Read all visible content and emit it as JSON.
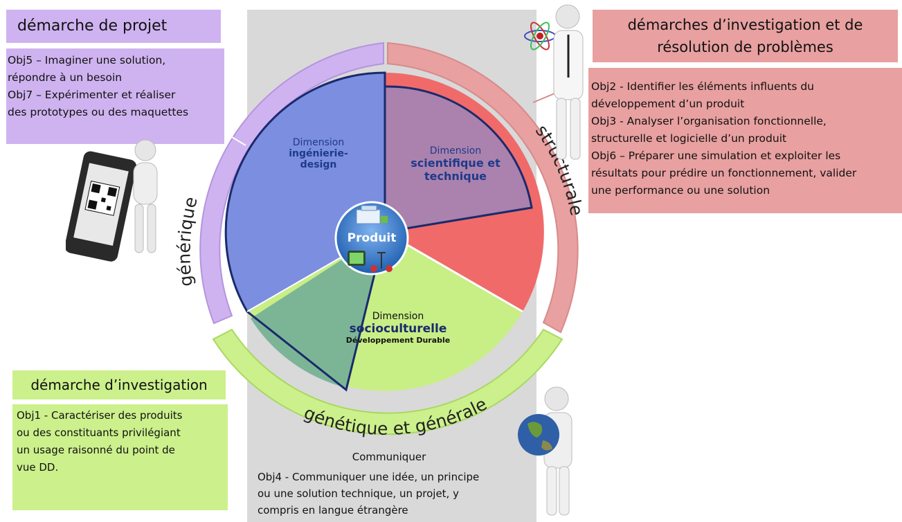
{
  "projet": {
    "title": "démarche de projet",
    "objectives": "Obj5 – Imaginer une solution,\nrépondre à un besoin\n Obj7 – Expérimenter et réaliser\ndes prototypes ou des maquettes"
  },
  "investigation_resolution": {
    "title_line1": "démarches d’investigation et de",
    "title_line2": "résolution de problèmes",
    "objectives": "Obj2 - Identifier les éléments influents du\ndéveloppement d’un produit\nObj3 - Analyser l’organisation fonctionnelle,\nstructurelle et logicielle d’un produit\nObj6 – Préparer une simulation et exploiter les\nrésultats pour prédire un fonctionnement, valider\nune performance ou une solution"
  },
  "investigation": {
    "title": "démarche d’investigation",
    "objectives": "Obj1 -  Caractériser des produits\nou des constituants privilégiant\nun usage raisonné du point de\nvue DD."
  },
  "communiquer": {
    "title": "Communiquer",
    "objectives": "Obj4 - Communiquer une idée, un principe\nou une solution technique, un projet, y\ncompris en langue étrangère"
  },
  "rings": {
    "generique": "générique",
    "structurale": "structurale",
    "genetique": "génétique et générale"
  },
  "dimensions": {
    "ingenierie": {
      "label": "Dimension",
      "name_line1": "ingénierie-",
      "name_line2": "design"
    },
    "scientifique": {
      "label": "Dimension",
      "name_line1": "scientifique et",
      "name_line2": "technique"
    },
    "socioculturelle": {
      "label": "Dimension",
      "name": "socioculturelle",
      "sub": "Développement Durable"
    }
  },
  "center": {
    "label": "Produit"
  },
  "colors": {
    "purple": "#cfb3f0",
    "red": "#e8a0a0",
    "green": "#ccf08c",
    "blue_sector": "#7b8ee0",
    "purple_sector": "#9e86b8",
    "red_sector": "#f06a6a",
    "green_sector": "#c8ee86",
    "teal_sector": "#6faa98",
    "navy_outline": "#1a2a6c",
    "center": "#2a6fc0"
  }
}
